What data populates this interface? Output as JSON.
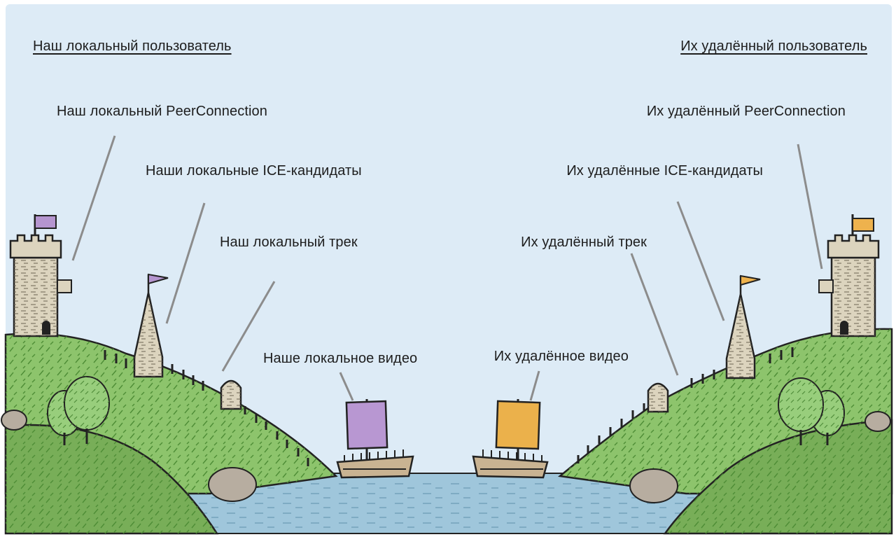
{
  "local": {
    "user": "Наш локальный пользователь",
    "peer_connection": "Наш локальный PeerConnection",
    "ice_candidates": "Наши локальные ICE-кандидаты",
    "track": "Наш локальный трек",
    "video": "Наше локальное видео",
    "flag_color": "#B595CF",
    "sail_color": "#B897D2"
  },
  "remote": {
    "user": "Их удалённый пользователь",
    "peer_connection": "Их удалённый PeerConnection",
    "ice_candidates": "Их удалённые ICE-кандидаты",
    "track": "Их удалённый трек",
    "video": "Их удалённое видео",
    "flag_color": "#EEB24D",
    "sail_color": "#EBB14B"
  },
  "colors": {
    "sky": "#DDEBF6",
    "hill": "#8DC46C",
    "hill_dark": "#78AE58",
    "water": "#9FC6DB",
    "stone": "#DCD4BE",
    "boat": "#C9B392",
    "tree": "#98CE7C",
    "rock": "#B7ADA0",
    "outline": "#222222",
    "pointer": "#8C8C8C"
  }
}
